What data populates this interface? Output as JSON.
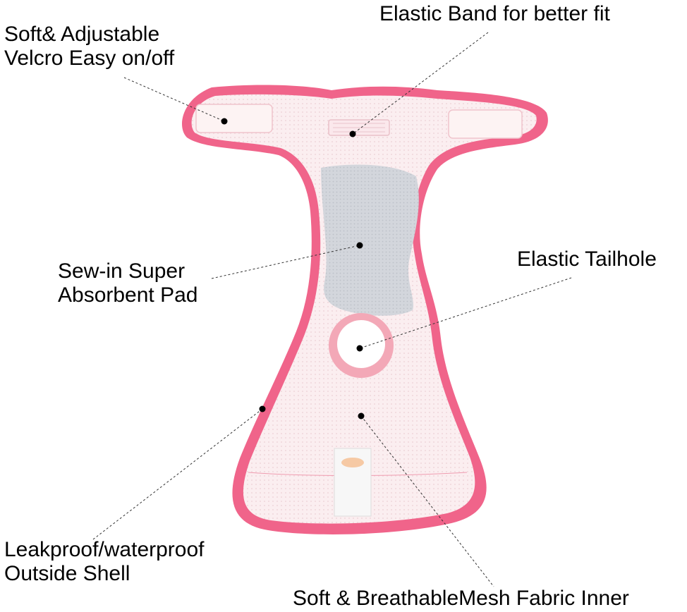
{
  "colors": {
    "shell_pink": "#f0648a",
    "inner_mesh": "#fbeef0",
    "pad_gray": "#cfd2d8",
    "velcro_pad": "#fdf3f3"
  },
  "callouts": {
    "velcro": {
      "lines": [
        "Soft& Adjustable",
        "Velcro Easy on/off"
      ]
    },
    "elastic_band": {
      "lines": [
        "Elastic Band for better fit"
      ]
    },
    "pad": {
      "lines": [
        "Sew-in Super",
        "Absorbent Pad"
      ]
    },
    "tailhole": {
      "lines": [
        "Elastic Tailhole"
      ]
    },
    "shell": {
      "lines": [
        "Leakproof/waterproof",
        "Outside Shell"
      ]
    },
    "mesh": {
      "lines": [
        "Soft & BreathableMesh Fabric Inner"
      ]
    }
  }
}
